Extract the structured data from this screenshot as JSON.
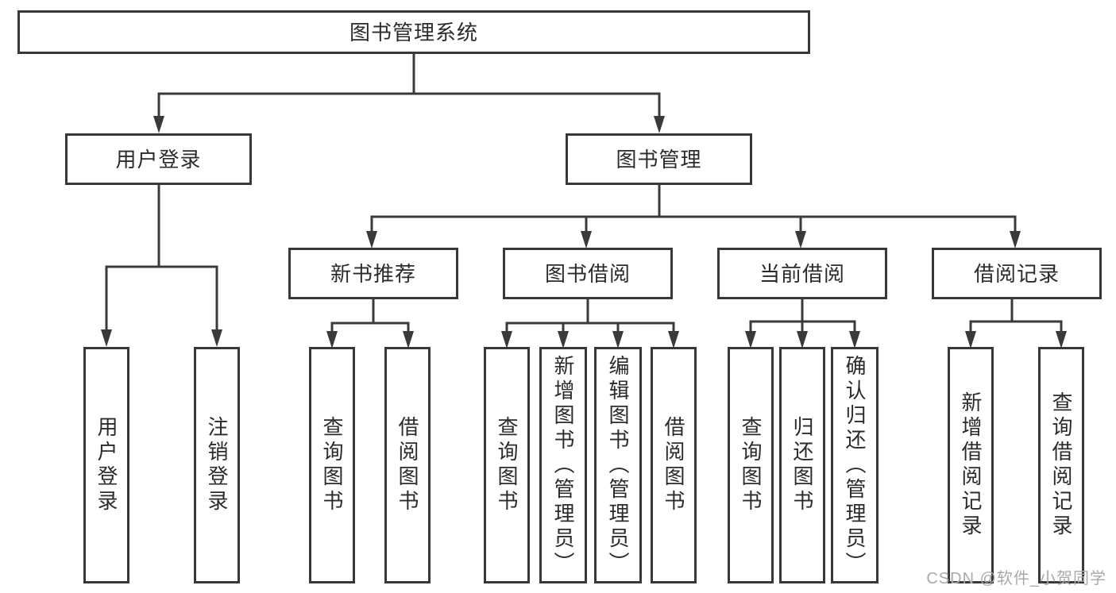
{
  "colors": {
    "background": "#ffffff",
    "line": "#3a3a3a",
    "box_border": "#383838",
    "text": "#2b2b2b",
    "watermark": "#a9a9a9"
  },
  "tree": {
    "root": {
      "label": "图书管理系统",
      "children": [
        {
          "label": "用户登录",
          "children": [
            {
              "label": "用户登录"
            },
            {
              "label": "注销登录"
            }
          ]
        },
        {
          "label": "图书管理",
          "children": [
            {
              "label": "新书推荐",
              "children": [
                {
                  "label": "查询图书"
                },
                {
                  "label": "借阅图书"
                }
              ]
            },
            {
              "label": "图书借阅",
              "children": [
                {
                  "label": "查询图书"
                },
                {
                  "label": "新增图书（管理员）"
                },
                {
                  "label": "编辑图书（管理员）"
                },
                {
                  "label": "借阅图书"
                }
              ]
            },
            {
              "label": "当前借阅",
              "children": [
                {
                  "label": "查询图书"
                },
                {
                  "label": "归还图书"
                },
                {
                  "label": "确认归还（管理员）"
                }
              ]
            },
            {
              "label": "借阅记录",
              "children": [
                {
                  "label": "新增借阅记录"
                },
                {
                  "label": "查询借阅记录"
                }
              ]
            }
          ]
        }
      ]
    }
  },
  "watermark": {
    "text": "CSDN @软件_小贺同学"
  }
}
